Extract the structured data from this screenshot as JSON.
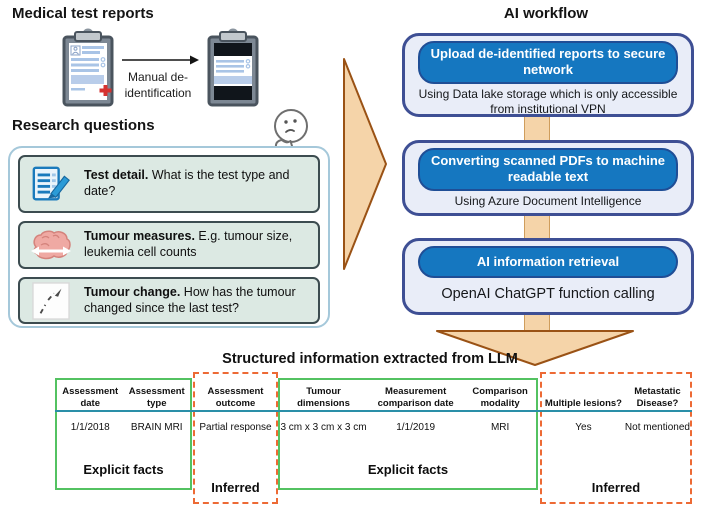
{
  "colors": {
    "workflow_blue": "#1577c0",
    "workflow_navy_border": "#3e4f94",
    "workflow_box_fill": "#e9edf8",
    "arrow_tan": "#f5d4a9",
    "arrow_brown": "#9a5215",
    "explicit_green": "#53c261",
    "inferred_orange": "#ed6a35",
    "header_rule_teal": "#2a8fa8",
    "question_box_fill": "#dce9e3"
  },
  "medical_reports": {
    "title": "Medical test reports",
    "arrow_label": "Manual de-identification",
    "original_icon": "clipboard-patient-report-icon",
    "deidentified_icon": "redacted-clipboard-icon"
  },
  "research_questions": {
    "title": "Research questions",
    "thinking_icon": "thinking-face-icon",
    "items": [
      {
        "icon": "checklist-pen-icon",
        "bold": "Test detail.",
        "text": " What is the test type and date?"
      },
      {
        "icon": "tumour-size-icon",
        "bold": "Tumour measures.",
        "text": " E.g. tumour size, leukemia cell counts"
      },
      {
        "icon": "trend-arrow-icon",
        "bold": "Tumour change.",
        "text": " How has the tumour changed since the last test?"
      }
    ]
  },
  "ai_workflow": {
    "title": "AI workflow",
    "steps": [
      {
        "heading": "Upload de-identified reports to secure network",
        "subtext": "Using Data lake storage which is only accessible from institutional VPN"
      },
      {
        "heading": "Converting scanned PDFs to machine readable text",
        "subtext": "Using Azure Document Intelligence"
      },
      {
        "heading": "AI information retrieval",
        "subtext": "OpenAI ChatGPT function calling"
      }
    ]
  },
  "extraction": {
    "title": "Structured information extracted from LLM",
    "groups": [
      {
        "label": "Explicit facts",
        "columns": [
          {
            "header": "Assessment date",
            "value": "1/1/2018"
          },
          {
            "header": "Assessment type",
            "value": "BRAIN MRI"
          }
        ]
      },
      {
        "label": "Inferred",
        "columns": [
          {
            "header": "Assessment outcome",
            "value": "Partial response"
          }
        ]
      },
      {
        "label": "Explicit facts",
        "columns": [
          {
            "header": "Tumour dimensions",
            "value": "3 cm x 3 cm x 3 cm"
          },
          {
            "header": "Measurement comparison date",
            "value": "1/1/2019"
          },
          {
            "header": "Comparison modality",
            "value": "MRI"
          }
        ]
      },
      {
        "label": "Inferred",
        "columns": [
          {
            "header": "Multiple lesions?",
            "value": "Yes"
          },
          {
            "header": "Metastatic Disease?",
            "value": "Not mentioned"
          }
        ]
      }
    ]
  }
}
